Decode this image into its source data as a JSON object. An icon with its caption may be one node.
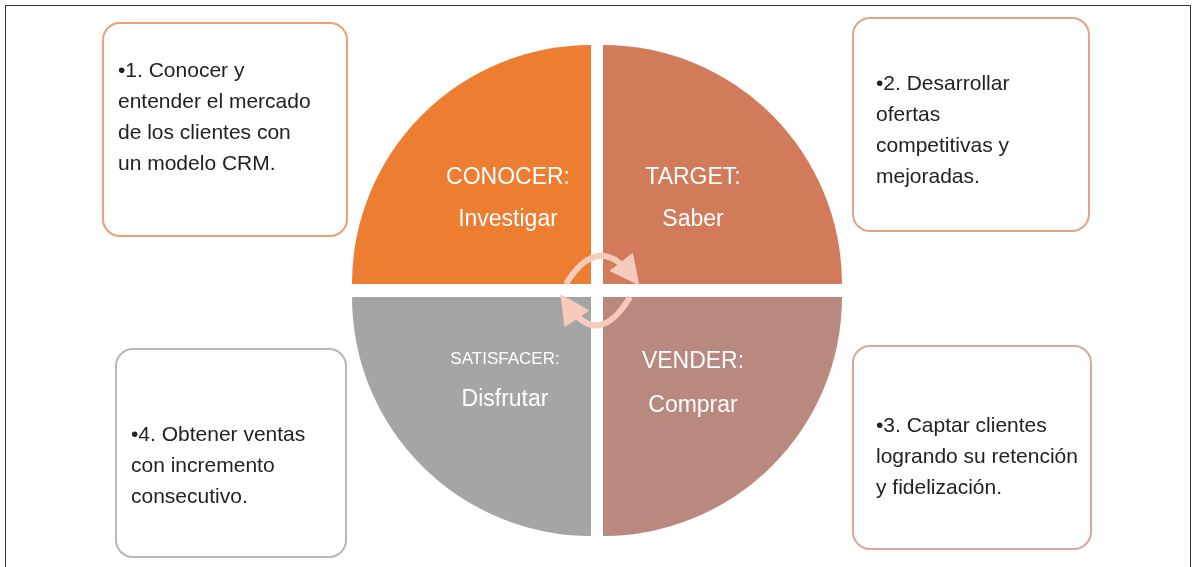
{
  "diagram": {
    "nodes": [
      {
        "text": [
          "•1. Conocer y entender el mercado de los clientes con un modelo CRM."
        ]
      },
      {
        "text": [
          "CONOCER:",
          "Investigar"
        ]
      },
      {
        "text": [
          "TARGET:",
          "Saber"
        ]
      },
      {
        "text": [
          "•2. Desarrollar ofertas competitivas y mejoradas."
        ]
      },
      {
        "text": [
          "SATISFACER:",
          "Disfrutar"
        ]
      },
      {
        "text": [
          "VENDER:",
          "Comprar"
        ]
      },
      {
        "text": [
          "•4. Obtener ventas con incremento consecutivo."
        ]
      },
      {
        "text": [
          "•3. Captar clientes logrando su retención y fidelización."
        ]
      }
    ],
    "edges": [
      {
        "from": 1,
        "to": 2,
        "arrow": "to"
      },
      {
        "from": 5,
        "to": 4,
        "arrow": "to"
      }
    ]
  }
}
